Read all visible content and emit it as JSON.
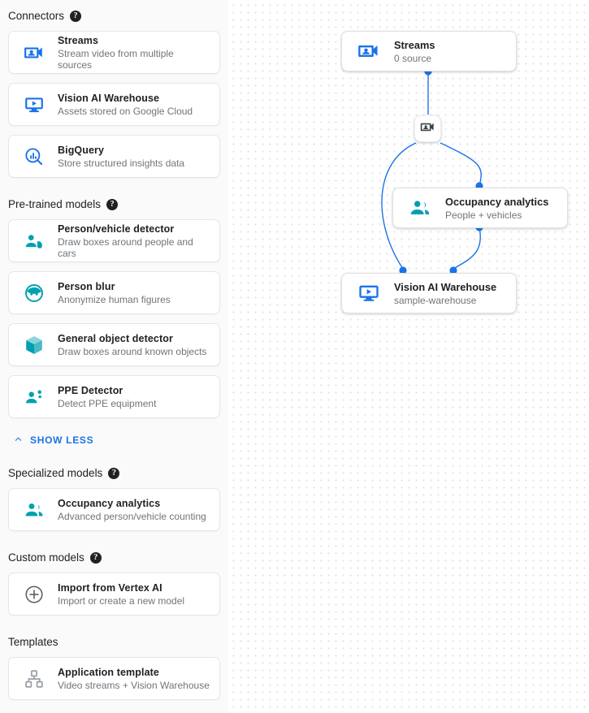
{
  "sidebar": {
    "sections": [
      {
        "id": "connectors",
        "title": "Connectors",
        "has_help": true,
        "items": [
          {
            "icon": "streams-video-person-icon",
            "title": "Streams",
            "subtitle": "Stream video from multiple sources"
          },
          {
            "icon": "vision-warehouse-monitor-play-icon",
            "title": "Vision AI Warehouse",
            "subtitle": "Assets stored on Google Cloud"
          },
          {
            "icon": "bigquery-search-chart-icon",
            "title": "BigQuery",
            "subtitle": "Store structured insights data"
          }
        ]
      },
      {
        "id": "pretrained",
        "title": "Pre-trained models",
        "has_help": true,
        "items": [
          {
            "icon": "person-vehicle-icon",
            "title": "Person/vehicle detector",
            "subtitle": "Draw boxes around people and cars"
          },
          {
            "icon": "person-blur-face-icon",
            "title": "Person blur",
            "subtitle": "Anonymize human figures"
          },
          {
            "icon": "general-object-cube-icon",
            "title": "General object detector",
            "subtitle": "Draw boxes around known objects"
          },
          {
            "icon": "ppe-detector-icon",
            "title": "PPE Detector",
            "subtitle": "Detect PPE equipment"
          }
        ],
        "toggle_label": "SHOW LESS"
      },
      {
        "id": "specialized",
        "title": "Specialized models",
        "has_help": true,
        "items": [
          {
            "icon": "occupancy-people-icon",
            "title": "Occupancy analytics",
            "subtitle": "Advanced person/vehicle counting"
          }
        ]
      },
      {
        "id": "custom",
        "title": "Custom models",
        "has_help": true,
        "items": [
          {
            "icon": "plus-circle-icon",
            "title": "Import from Vertex AI",
            "subtitle": "Import or create a new model"
          }
        ]
      },
      {
        "id": "templates",
        "title": "Templates",
        "has_help": false,
        "items": [
          {
            "icon": "application-template-hierarchy-icon",
            "title": "Application template",
            "subtitle": "Video streams + Vision Warehouse"
          }
        ]
      }
    ]
  },
  "graph": {
    "nodes": [
      {
        "id": "streams",
        "icon": "streams-video-person-icon",
        "title": "Streams",
        "subtitle": "0 source"
      },
      {
        "id": "occupancy",
        "icon": "occupancy-people-icon",
        "title": "Occupancy analytics",
        "subtitle": "People + vehicles"
      },
      {
        "id": "warehouse",
        "icon": "vision-warehouse-monitor-play-icon",
        "title": "Vision AI Warehouse",
        "subtitle": "sample-warehouse"
      }
    ],
    "hub": {
      "icon": "streams-video-person-icon"
    }
  },
  "colors": {
    "blue": "#1a73e8",
    "teal": "#00a0b0",
    "gray_icon": "#5f6368",
    "text_primary": "#202124",
    "text_secondary": "#70757a",
    "canvas_dot": "#e3e3e3"
  }
}
